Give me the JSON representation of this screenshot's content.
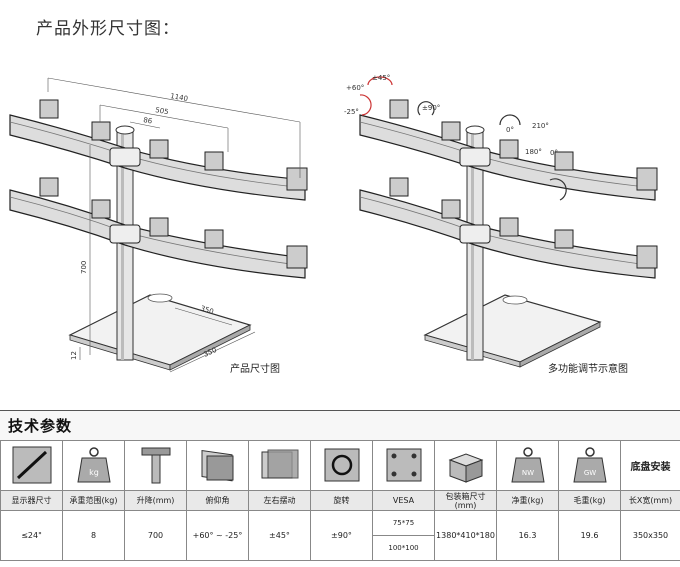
{
  "page_title": "产品外形尺寸图：",
  "figures": {
    "left_caption": "产品尺寸图",
    "right_caption": "多功能调节示意图",
    "left_dims": {
      "width_total": "1140",
      "width_mid": "505",
      "width_small": "86",
      "height": "700",
      "base_depth": "350",
      "base_width": "350",
      "base_thick": "12"
    },
    "right_angles": {
      "tilt_up": "+60°",
      "tilt_down": "-25°",
      "swivel": "±45°",
      "rotate": "±90°",
      "arm_a": "0°",
      "arm_b": "210°",
      "arm_c": "180°",
      "arm_d": "0°"
    }
  },
  "section_title": "技术参数",
  "specs": {
    "icon_names": [
      "screen-size-icon",
      "load-weight-icon",
      "height-adjust-icon",
      "tilt-icon",
      "swivel-icon",
      "rotate-icon",
      "vesa-icon",
      "package-icon",
      "net-weight-icon",
      "gross-weight-icon"
    ],
    "base_header": "底盘安装",
    "net_weight_badge": "NW",
    "gross_weight_badge": "GW",
    "load_weight_badge": "kg",
    "labels": [
      "显示器尺寸",
      "承重范围(kg)",
      "升降(mm)",
      "俯仰角",
      "左右摆动",
      "旋转",
      "VESA",
      "包装箱尺寸\n(mm)",
      "净重(kg)",
      "毛重(kg)",
      "长X宽(mm)"
    ],
    "values": {
      "screen": "≤24\"",
      "load": "8",
      "lift": "700",
      "tilt": "+60° ~ -25°",
      "swivel": "±45°",
      "rotate": "±90°",
      "vesa_a": "75*75",
      "vesa_b": "100*100",
      "package": "1380*410*180",
      "net": "16.3",
      "gross": "19.6",
      "base": "350x350"
    }
  }
}
